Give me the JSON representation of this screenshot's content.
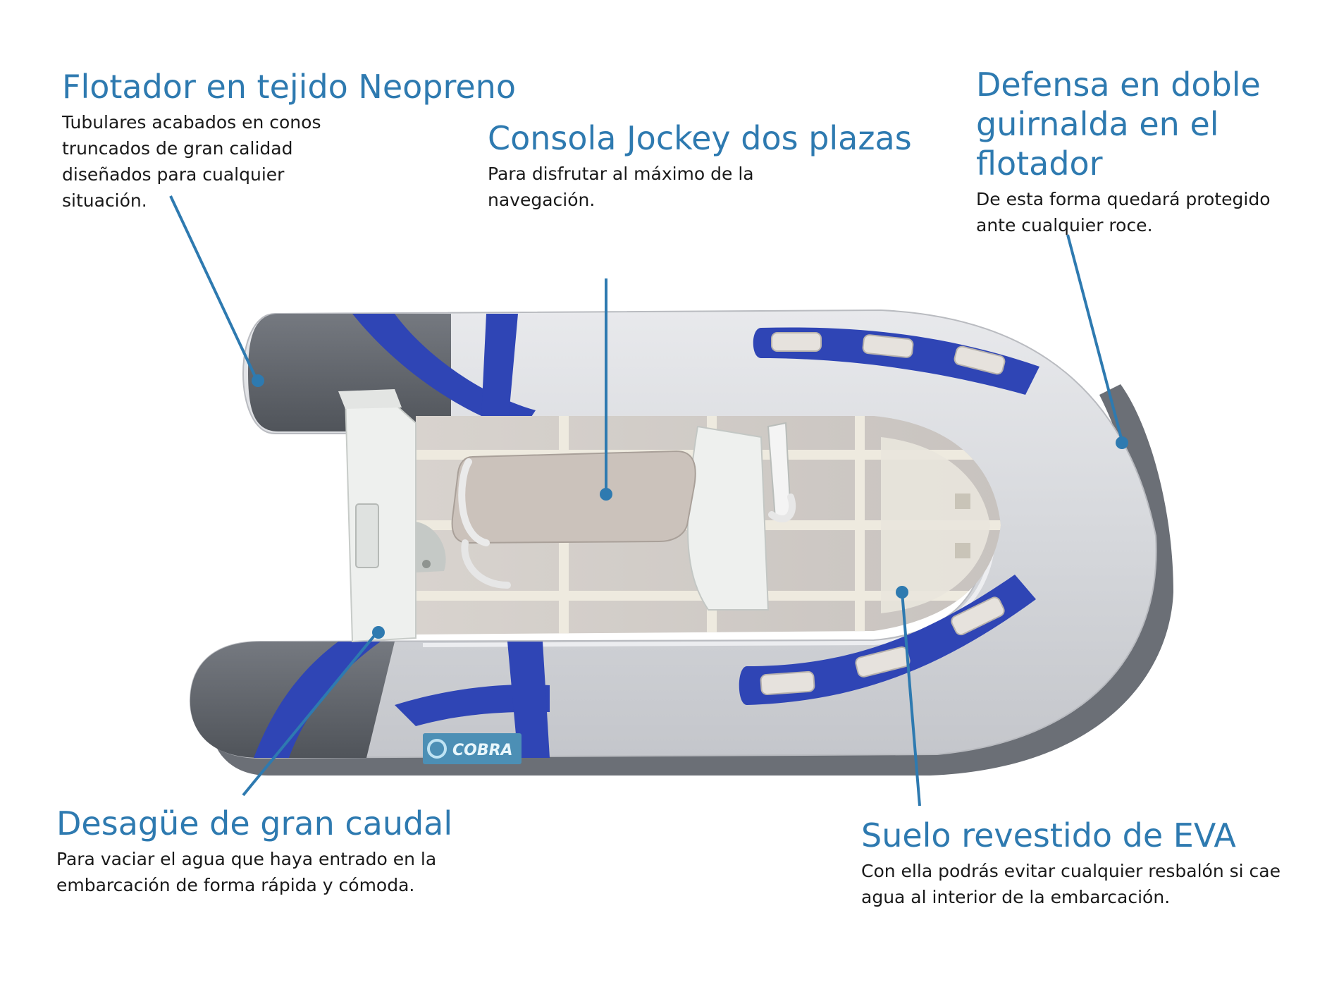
{
  "callouts": {
    "flotador": {
      "title": "Flotador en tejido Neopreno",
      "desc": "Tubulares acabados en conos truncados de gran calidad diseñados para cualquier situación."
    },
    "consola": {
      "title": "Consola Jockey dos plazas",
      "desc": "Para disfrutar al máximo de la navegación."
    },
    "defensa": {
      "title": "Defensa en doble guirnalda en el flotador",
      "desc": "De esta forma quedará protegido ante cualquier roce."
    },
    "desague": {
      "title": "Desagüe de gran caudal",
      "desc": "Para vaciar el agua que haya entrado en la embarcación de forma rápida y cómoda."
    },
    "suelo": {
      "title": "Suelo revestido de EVA",
      "desc": "Con ella podrás evitar cualquier resbalón si cae agua al interior de la embarcación."
    }
  },
  "boat": {
    "logo_text": "COBRA"
  },
  "colors": {
    "accent": "#2e7ab0",
    "tube_grey": "#dcdde1",
    "tube_dark": "#5f6369",
    "stripe_blue": "#2f45b5",
    "floor": "#cfcac6",
    "transom": "#eef0ee"
  }
}
